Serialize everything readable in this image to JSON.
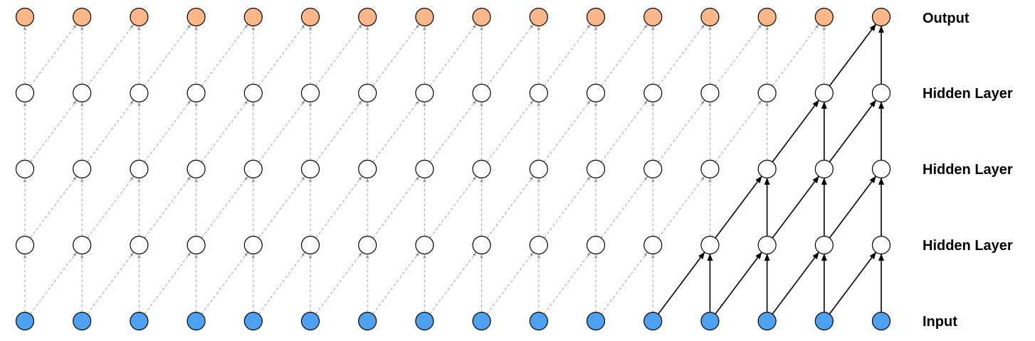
{
  "layers": [
    {
      "label": "Output",
      "role": "output"
    },
    {
      "label": "Hidden Layer",
      "role": "hidden"
    },
    {
      "label": "Hidden Layer",
      "role": "hidden"
    },
    {
      "label": "Hidden Layer",
      "role": "hidden"
    },
    {
      "label": "Input",
      "role": "input"
    }
  ],
  "nodes_per_layer": 16,
  "active_output_index": 15,
  "dilations": [
    1,
    1,
    1,
    1
  ],
  "colors": {
    "output_fill": "#FBB78A",
    "input_fill": "#4DA1F0",
    "hidden_fill": "#FFFFFF",
    "node_stroke": "#000000",
    "inactive_edge": "#9A9A9A",
    "active_edge": "#000000"
  }
}
